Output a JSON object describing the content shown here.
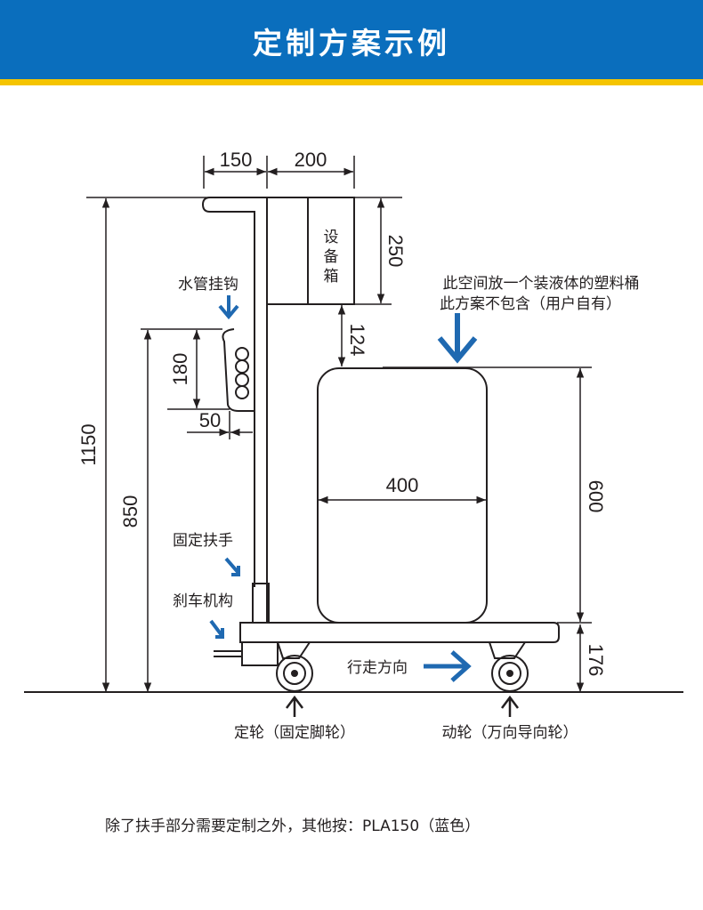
{
  "header": {
    "title": "定制方案示例"
  },
  "dimensions": {
    "d150": "150",
    "d200": "200",
    "d250": "250",
    "d124": "124",
    "d180": "180",
    "d50": "50",
    "d1150": "1150",
    "d850": "850",
    "d400": "400",
    "d600": "600",
    "d176": "176"
  },
  "labels": {
    "device_box": "设备箱",
    "water_hook": "水管挂钩",
    "space_note_1": "此空间放一个装液体的塑料桶",
    "space_note_2": "此方案不包含（用户自有）",
    "fixed_handle": "固定扶手",
    "brake": "刹车机构",
    "direction": "行走方向",
    "fixed_wheel": "定轮（固定脚轮）",
    "moving_wheel": "动轮（万向导向轮）"
  },
  "footer": {
    "note": "除了扶手部分需要定制之外，其他按：PLA150（蓝色）"
  },
  "colors": {
    "banner": "#0a6ebd",
    "strip": "#f5c400",
    "arrow": "#1f69b1",
    "line": "#231f20"
  }
}
